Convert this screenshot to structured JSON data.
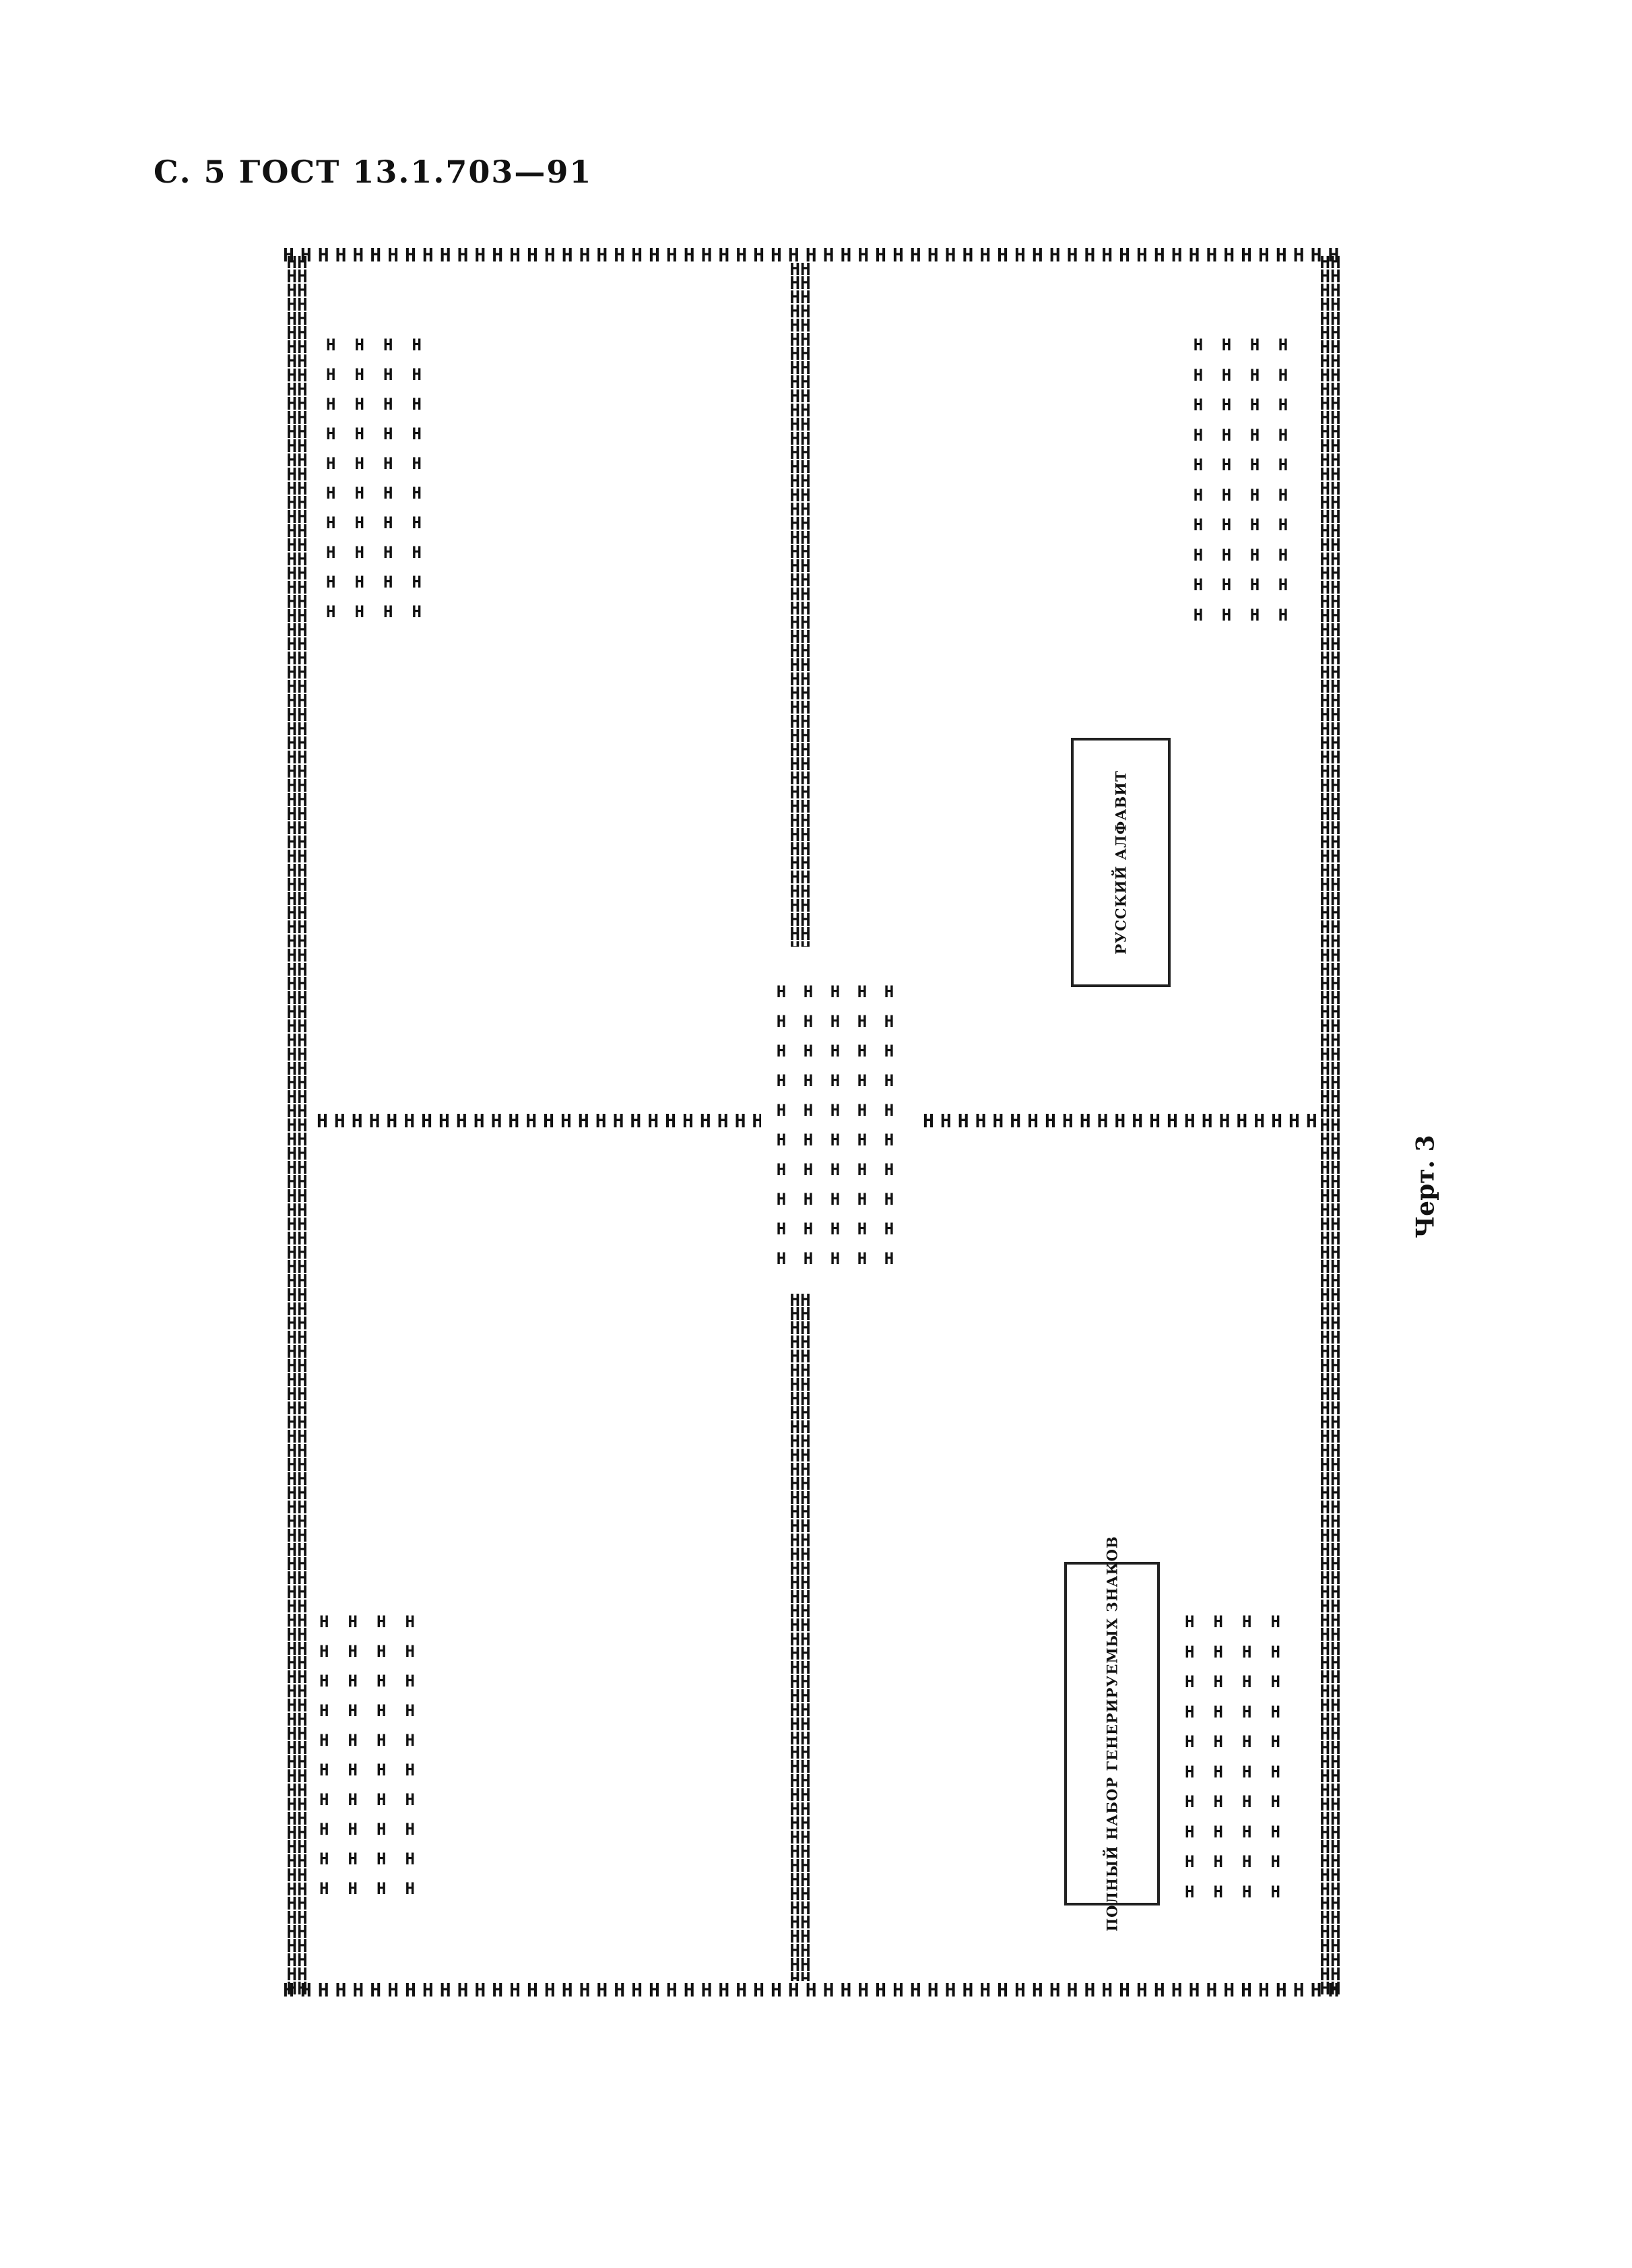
{
  "page_header": "С. 5 ГОСТ 13.1.703—91",
  "figure": {
    "glyph": "Н",
    "box_upper": "РУССКИЙ АЛФАВИТ",
    "box_lower": "ПОЛНЫЙ НАБОР ГЕНЕРИРУЕМЫХ ЗНАКОВ"
  },
  "caption": "Черт. 3"
}
